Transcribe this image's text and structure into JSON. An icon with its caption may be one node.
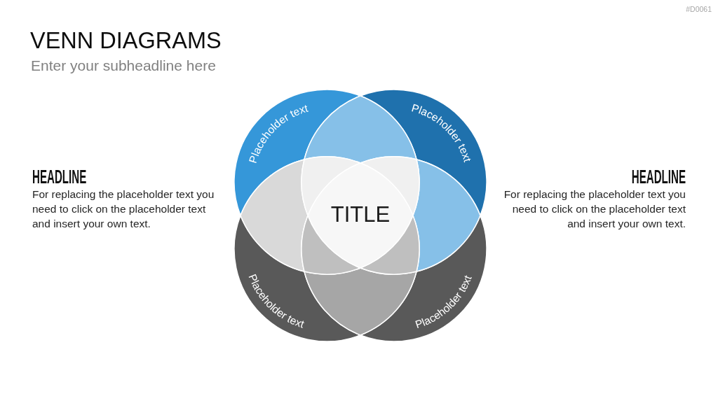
{
  "diagram": {
    "title": "VENN DIAGRAMS",
    "nodes": [
      {
        "text": [
          "Placeholder text"
        ]
      },
      {
        "text": [
          "Placeholder text"
        ]
      },
      {
        "text": [
          "TITLE"
        ]
      },
      {
        "text": [
          "Placeholder text"
        ]
      },
      {
        "text": [
          "Placeholder text"
        ]
      }
    ],
    "labels": [
      "#D0061",
      "Enter your subheadline here",
      "HEADLINE",
      "For replacing the placeholder text you need to click on the placeholder text and insert your own text.",
      "HEADLINE",
      "For replacing the placeholder text you need to click on the placeholder text and insert your own text."
    ]
  }
}
